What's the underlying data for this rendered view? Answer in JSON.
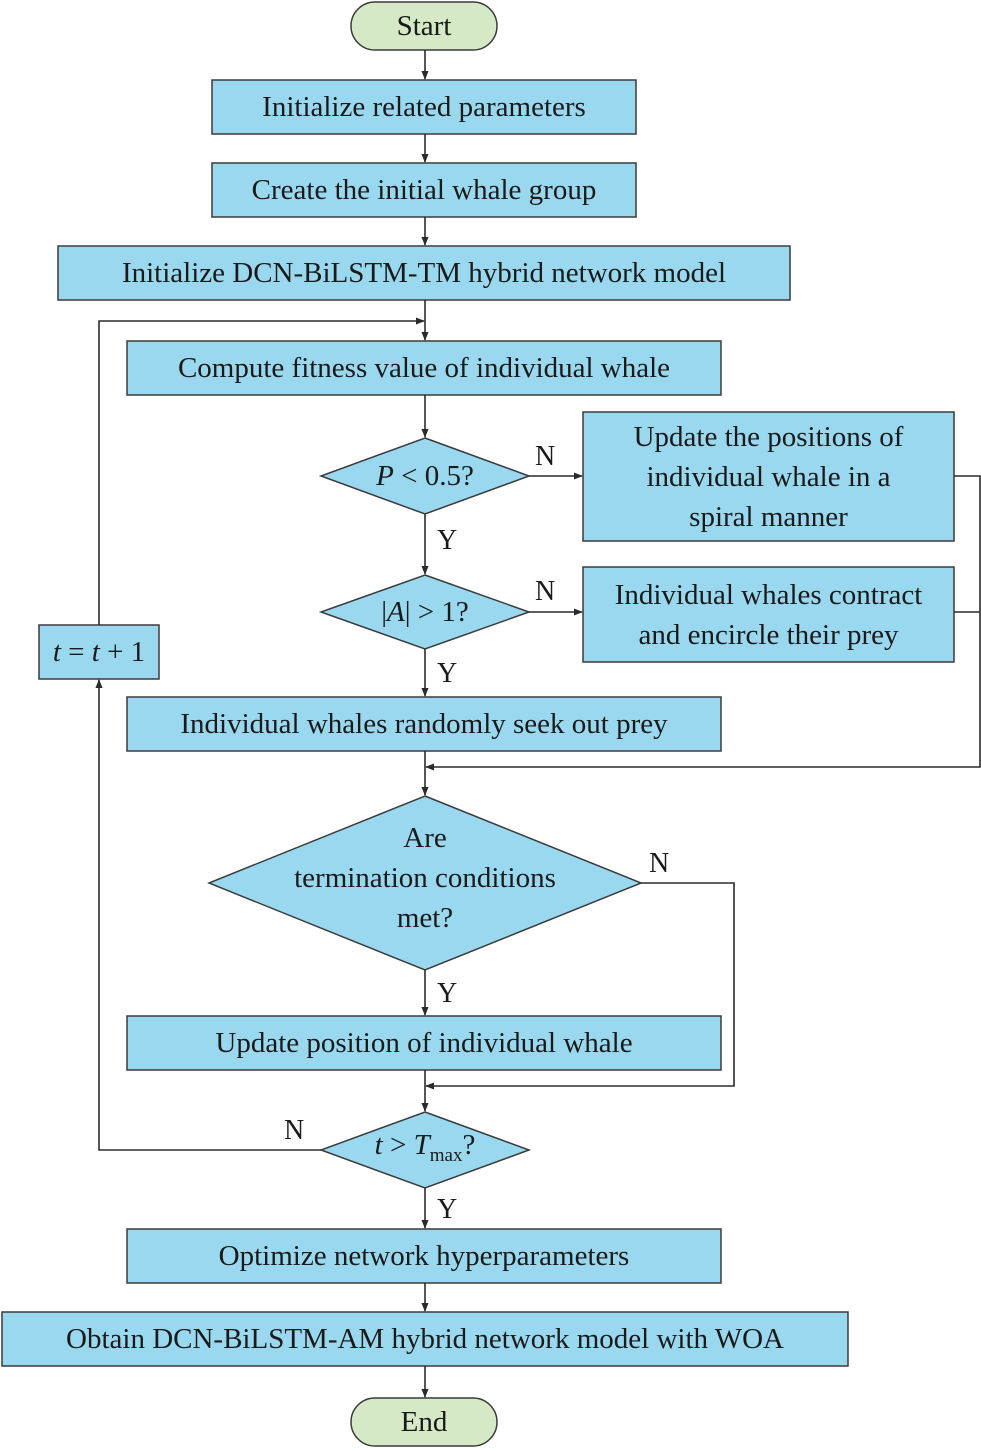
{
  "colors": {
    "process_fill": "#99D8EF",
    "terminal_fill": "#D5E9C6",
    "stroke": "#3a3a3a",
    "line": "#2b2b2b"
  },
  "nodes": {
    "start": "Start",
    "init_params": "Initialize related parameters",
    "create_group": "Create the initial whale group",
    "init_model": "Initialize DCN-BiLSTM-TM hybrid network model",
    "compute_fitness": "Compute fitness value of individual whale",
    "decision_p": {
      "var": "P",
      "rest": " < 0.5?"
    },
    "spiral_update": [
      "Update the positions of",
      "individual whale in a",
      "spiral manner"
    ],
    "decision_a": {
      "var": "A",
      "rest": " > 1?"
    },
    "contract": [
      "Individual whales contract",
      "and encircle their prey"
    ],
    "random_seek": "Individual whales randomly seek out prey",
    "termination": [
      "Are",
      "termination conditions",
      "met?"
    ],
    "update_position": "Update position of individual whale",
    "decision_t": {
      "var": "t",
      "op": " > ",
      "var2": "T",
      "sub": "max",
      "tail": "?"
    },
    "increment": {
      "lhs": "t",
      "eq": " = ",
      "rhs": "t",
      "plus": " + 1"
    },
    "optimize": "Optimize network hyperparameters",
    "obtain": "Obtain DCN-BiLSTM-AM hybrid network model with WOA",
    "end": "End"
  },
  "edge_labels": {
    "p_no": "N",
    "p_yes": "Y",
    "a_no": "N",
    "a_yes": "Y",
    "term_no": "N",
    "term_yes": "Y",
    "t_no": "N",
    "t_yes": "Y"
  }
}
